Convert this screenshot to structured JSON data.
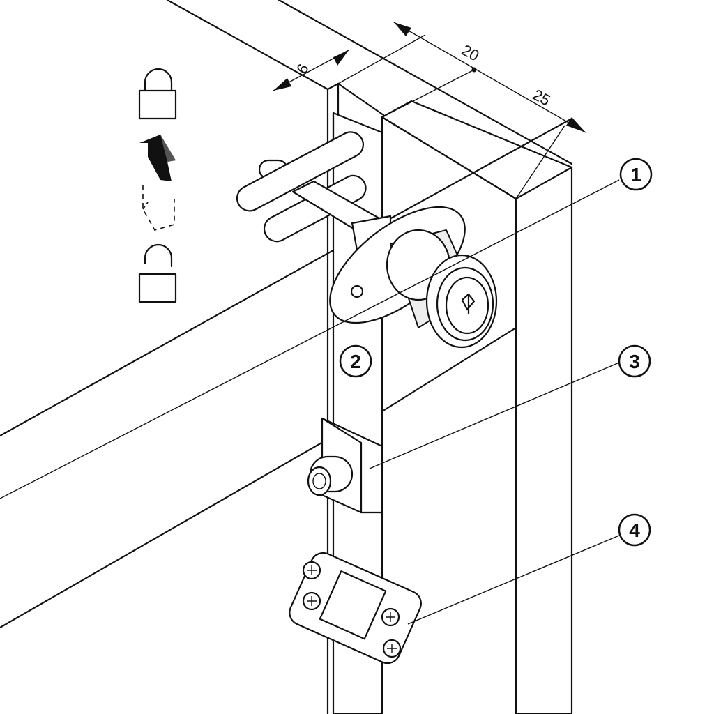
{
  "dimensions": {
    "d1": "6",
    "d2": "20",
    "d3": "25"
  },
  "callouts": {
    "c1": "1",
    "c2": "2",
    "c3": "3",
    "c4": "4"
  },
  "icons": {
    "top": "padlock-closed-icon",
    "arrow": "up-arrow-icon",
    "bottom": "padlock-open-icon"
  }
}
